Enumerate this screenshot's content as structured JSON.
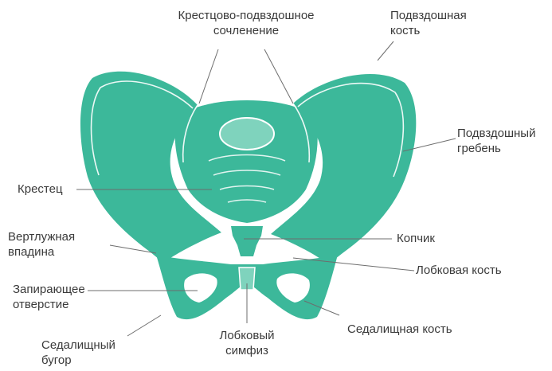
{
  "colors": {
    "bone": "#3cb89a",
    "bone_light": "#7fd3bd",
    "outline": "#ffffff",
    "leader": "#6d6d6d",
    "text": "#3a3a3a"
  },
  "labels": {
    "sacroiliac_joint": {
      "line1": "Крестцово-подвздошное",
      "line2": "сочленение"
    },
    "ilium": {
      "line1": "Подвздошная",
      "line2": "кость"
    },
    "iliac_crest": {
      "line1": "Подвздошный",
      "line2": "гребень"
    },
    "sacrum": {
      "line1": "Крестец"
    },
    "acetabulum": {
      "line1": "Вертлужная",
      "line2": "впадина"
    },
    "coccyx": {
      "line1": "Копчик"
    },
    "pubic_bone": {
      "line1": "Лобковая кость"
    },
    "obturator_foramen": {
      "line1": "Запирающее",
      "line2": "отверстие"
    },
    "ischium": {
      "line1": "Седалищная кость"
    },
    "pubic_symphysis": {
      "line1": "Лобковый",
      "line2": "симфиз"
    },
    "ischial_tuberosity": {
      "line1": "Седалищный",
      "line2": "бугор"
    }
  }
}
